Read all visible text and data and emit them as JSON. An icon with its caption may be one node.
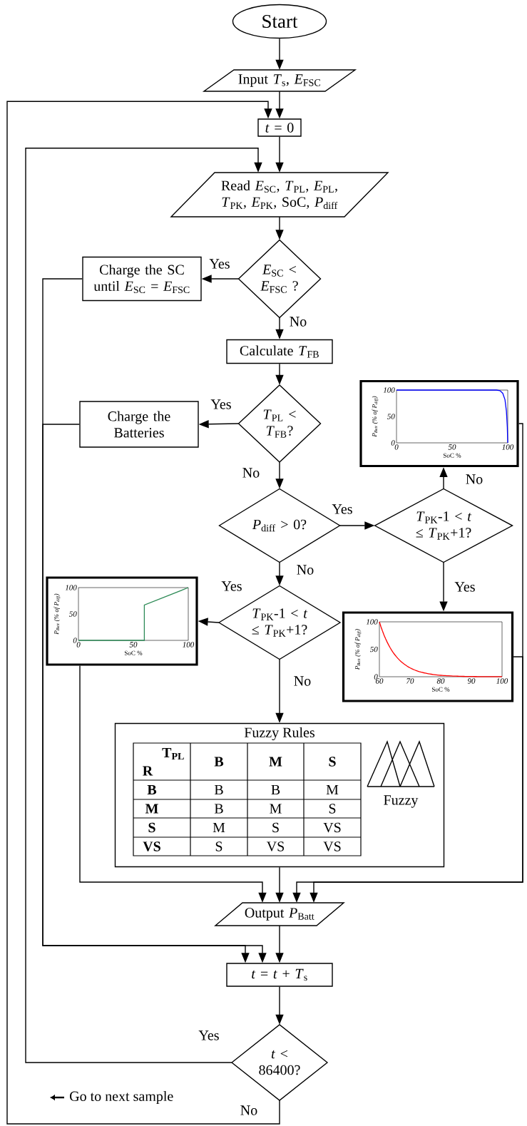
{
  "diagram": {
    "nodes": [
      {
        "text": [
          "Start"
        ]
      },
      {
        "text": [
          "Input *T*$_{s}$, *E*$_{FSC}$"
        ]
      },
      {
        "text": [
          "*t* = 0"
        ]
      },
      {
        "text": [
          "Read *E*$_{SC}$, *T*$_{PL}$, *E*$_{PL}$, *T*$_{PK}$, *E*$_{PK}$, SoC, *P*$_{diff}$"
        ]
      },
      {
        "text": [
          "*E*$_{SC}$ < *E*$_{FSC}$ ?"
        ]
      },
      {
        "text": [
          "Charge the SC until *E*$_{SC}$ = *E*$_{FSC}$"
        ]
      },
      {
        "text": [
          "Calculate *T*$_{FB}$"
        ]
      },
      {
        "text": [
          "*T*$_{PL}$ < *T*$_{FB}$?"
        ]
      },
      {
        "text": [
          "Charge the Batteries"
        ]
      },
      {
        "text": [
          "*P*$_{diff}$ > 0?"
        ]
      },
      {
        "text": [
          "*T*$_{PK}$-1 < *t* ≤ *T*$_{PK}$+1?"
        ]
      },
      {
        "text": [
          "100",
          "50",
          "0",
          "0",
          "50",
          "100",
          "SoC %",
          "P$_{Batt}$ (% of P$_{diff}$)"
        ]
      },
      {
        "text": [
          "*T*$_{PK}$-1 < *t* ≤ *T*$_{PK}$+1?"
        ]
      },
      {
        "text": [
          "100",
          "50",
          "0",
          "0",
          "50",
          "100",
          "SoC %",
          "P$_{Batt}$ (% of P$_{diff}$)"
        ]
      },
      {
        "text": [
          "100",
          "50",
          "0",
          "60",
          "70",
          "80",
          "90",
          "100",
          "SoC %",
          "P$_{Batt}$ (% of P$_{diff}$)"
        ]
      },
      {
        "text": [
          "Fuzzy Rules",
          "Fuzzy"
        ]
      },
      {
        "text": [
          "Output *P*$_{Batt}$"
        ]
      },
      {
        "text": [
          "*t* = *t* + *T*$_{s}$"
        ]
      },
      {
        "text": [
          "*t* < 86400?"
        ]
      }
    ],
    "edges": [
      {
        "from": 0,
        "to": 1,
        "arrow": "to"
      },
      {
        "from": 1,
        "to": 2,
        "arrow": "to"
      },
      {
        "from": 2,
        "to": 3,
        "arrow": "to"
      },
      {
        "from": 3,
        "to": 4,
        "arrow": "to"
      },
      {
        "from": 4,
        "to": 5,
        "arrow": "to",
        "label": "Yes"
      },
      {
        "from": 4,
        "to": 6,
        "arrow": "to",
        "label": "No"
      },
      {
        "from": 6,
        "to": 7,
        "arrow": "to"
      },
      {
        "from": 7,
        "to": 8,
        "arrow": "to",
        "label": "Yes"
      },
      {
        "from": 7,
        "to": 9,
        "arrow": "to",
        "label": "No"
      },
      {
        "from": 9,
        "to": 10,
        "arrow": "to",
        "label": "Yes"
      },
      {
        "from": 9,
        "to": 12,
        "arrow": "to",
        "label": "No"
      },
      {
        "from": 10,
        "to": 11,
        "arrow": "to",
        "label": "No"
      },
      {
        "from": 10,
        "to": 14,
        "arrow": "to",
        "label": "Yes"
      },
      {
        "from": 12,
        "to": 13,
        "arrow": "to",
        "label": "Yes"
      },
      {
        "from": 12,
        "to": 15,
        "arrow": "to",
        "label": "No"
      },
      {
        "from": 15,
        "to": 16,
        "arrow": "to"
      },
      {
        "from": 13,
        "to": 16,
        "arrow": "to"
      },
      {
        "from": 11,
        "to": 16,
        "arrow": "to"
      },
      {
        "from": 14,
        "to": 16,
        "arrow": "to"
      },
      {
        "from": 16,
        "to": 17,
        "arrow": "to"
      },
      {
        "from": 5,
        "to": 17,
        "arrow": "to"
      },
      {
        "from": 8,
        "to": 17,
        "arrow": "to"
      },
      {
        "from": 17,
        "to": 18,
        "arrow": "to"
      },
      {
        "from": 18,
        "to": 3,
        "arrow": "to",
        "label": "Yes"
      },
      {
        "from": 18,
        "to": 2,
        "arrow": "to",
        "label": "No"
      }
    ],
    "labels": [
      "T$_{PL}$",
      "R",
      "B",
      "M",
      "S",
      "B",
      "B",
      "B",
      "M",
      "M",
      "B",
      "M",
      "S",
      "S",
      "M",
      "S",
      "VS",
      "VS",
      "S",
      "VS",
      "VS",
      "Go to next sample"
    ]
  }
}
